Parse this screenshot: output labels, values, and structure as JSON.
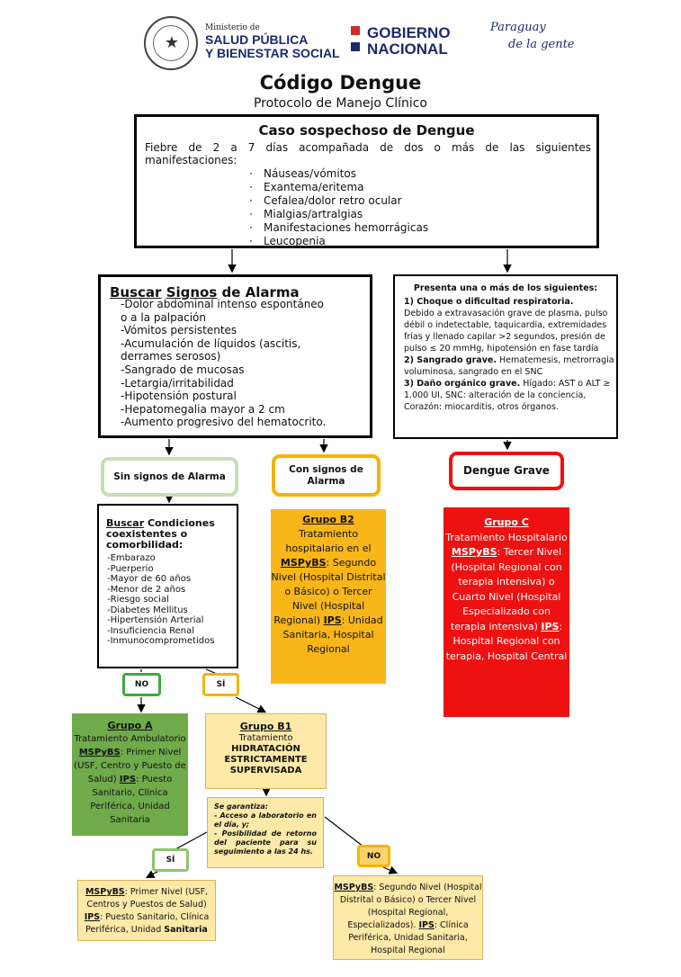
{
  "header": {
    "ministerio": "Ministerio de",
    "salud_l1": "SALUD PÚBLICA",
    "salud_l2": "Y BIENESTAR SOCIAL",
    "gob_l1": "GOBIERNO",
    "gob_l2": "NACIONAL",
    "py_l1": "Paraguay",
    "py_l2": "de la gente"
  },
  "title": "Código Dengue",
  "subtitle": "Protocolo de Manejo Clínico",
  "caso": {
    "title": "Caso sospechoso de Dengue",
    "desc_l1": "Fiebre de 2 a 7 días acompañada de dos o más de las siguientes",
    "desc_l2": "manifestaciones:",
    "items": [
      "Náuseas/vómitos",
      "Exantema/eritema",
      "Cefalea/dolor retro ocular",
      "Mialgias/artralgias",
      "Manifestaciones hemorrágicas",
      "Leucopenia"
    ]
  },
  "alarma": {
    "title_u1": "Buscar",
    "title_mid": " ",
    "title_u2": "Signos",
    "title_rest": " de Alarma",
    "items": [
      "-Dolor abdominal intenso espontáneo",
      "o a la palpación",
      "-Vómitos persistentes",
      "-Acumulación de líquidos (ascitis,",
      "derrames serosos)",
      "-Sangrado de mucosas",
      "-Letargia/irritabilidad",
      "-Hipotensión postural",
      "-Hepatomegalia mayor a 2 cm",
      "-Aumento progresivo del hematocrito."
    ]
  },
  "grave": {
    "title": "Presenta una o más de los siguientes:",
    "c1_h": "1) Choque o dificultad respiratoria.",
    "c1_t": "Debido a extravasación grave de plasma, pulso débil o indetectable, taquicardia, extremidades frías y llenado capilar >2 segundos, presión de pulso ≤ 20 mmHg, hipotensión en fase tardía",
    "c2_h": "2) Sangrado grave.",
    "c2_t": " Hematemesis, metrorragia voluminosa, sangrado en el SNC",
    "c3_h": "3) Daño orgánico grave.",
    "c3_t": " Hígado: AST o ALT ≥ 1.000 UI, SNC: alteración de la conciencia, Corazón: miocarditis, otros órganos."
  },
  "status": {
    "sin": "Sin signos de Alarma",
    "con": "Con signos de Alarma",
    "grave": "Dengue Grave"
  },
  "cond": {
    "t_u": "Buscar",
    "t_rest": " Condiciones coexistentes o comorbilidad:",
    "items": [
      "-Embarazo",
      "-Puerperio",
      "-Mayor de 60 años",
      "-Menor de 2 años",
      "-Riesgo social",
      "-Diabetes Mellitus",
      "-Hipertensión Arterial",
      "-Insuficiencia Renal",
      "-Inmunocomprometidos"
    ]
  },
  "b2": {
    "h": "Grupo B2",
    "t1": "Tratamiento hospitalario en el",
    "m": "MSPyBS",
    "t2": ": Segundo Nivel (Hospital Distrital o Básico) o Tercer Nivel (Hospital Regional)",
    "ips": "IPS",
    "t3": ": Unidad Sanitaria, Hospital Regional"
  },
  "gc": {
    "h": "Grupo C",
    "t1": "Tratamiento Hospitalario",
    "m": "MSPyBS",
    "t2": ": Tercer Nivel (Hospital Regional con terapia intensiva) o Cuarto Nivel (Hospital Especializado con terapia intensiva)",
    "ips": "IPS",
    "t3": ": Hospital Regional con terapia, Hospital Central"
  },
  "decisions": {
    "no1": "NO",
    "si1": "SÍ",
    "si2": "SÍ",
    "no2": "NO"
  },
  "ga": {
    "h": "Grupo A",
    "t1": "Tratamiento Ambulatorio",
    "m": "MSPyBS",
    "t2": ": Primer Nivel (USF, Centro y Puesto de Salud)",
    "ips": "IPS",
    "t3": ": Puesto Sanitario, Clínica Periférica, Unidad Sanitaria"
  },
  "gb1": {
    "h": "Grupo B1",
    "t1": "Tratamiento",
    "s": "HIDRATACIÓN ESTRICTAMENTE SUPERVISADA"
  },
  "garant": {
    "l1": "Se garantiza:",
    "l2": "- Acceso a laboratorio en el día, y;",
    "l3": "- Posibilidad de retorno del paciente para su seguimiento a las 24 hs."
  },
  "lo": {
    "m": "MSPyBS",
    "t1": ": Primer Nivel (USF, Centros y Puestos de Salud)",
    "ips": "IPS",
    "t2": ": Puesto Sanitario, Clínica Periférica, Unidad ",
    "t3": "Sanitaria"
  },
  "ro": {
    "m": "MSPyBS",
    "t1": ": Segundo Nivel (Hospital Distrital o Básico) o Tercer Nivel (Hospital Regional, Especializados).",
    "ips": "IPS",
    "t2": ": Clínica Periférica, Unidad Sanitaria, Hospital Regional"
  }
}
